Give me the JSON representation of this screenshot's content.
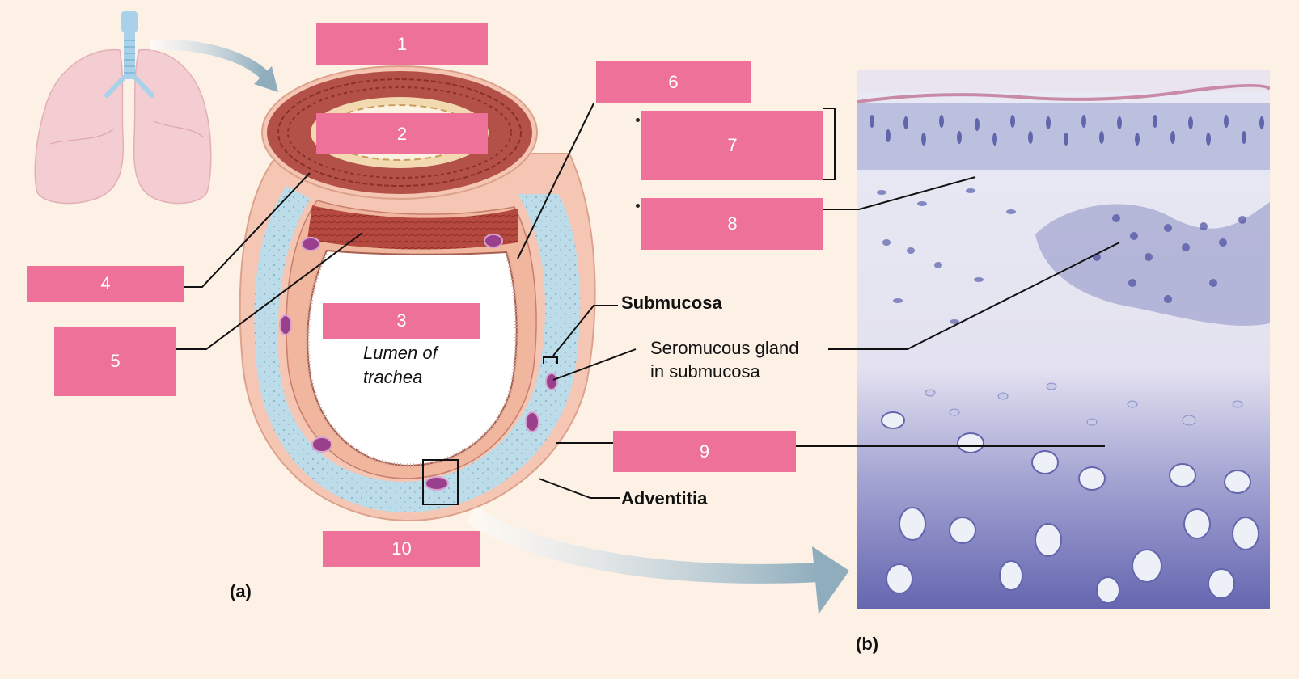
{
  "colors": {
    "background": "#fdf1e6",
    "label_box": "#ee7199",
    "cartilage": "#bcdcea",
    "mucosa": "#f1b69e",
    "trachealis": "#b8483e",
    "gland": "#9a3f8c",
    "micrograph_stain": "#4b4fa0"
  },
  "blanks": [
    "1",
    "2",
    "3",
    "4",
    "5",
    "6",
    "7",
    "8",
    "9",
    "10"
  ],
  "labels": {
    "submucosa": "Submucosa",
    "seromucous_gland_line1": "Seromucous gland",
    "seromucous_gland_line2": "in submucosa",
    "adventitia": "Adventitia",
    "lumen_line1": "Lumen of",
    "lumen_line2": "trachea"
  },
  "panels": {
    "a": "(a)",
    "b": "(b)"
  },
  "icons": [
    "lungs-icon",
    "curved-arrow-icon",
    "micrograph-image"
  ]
}
